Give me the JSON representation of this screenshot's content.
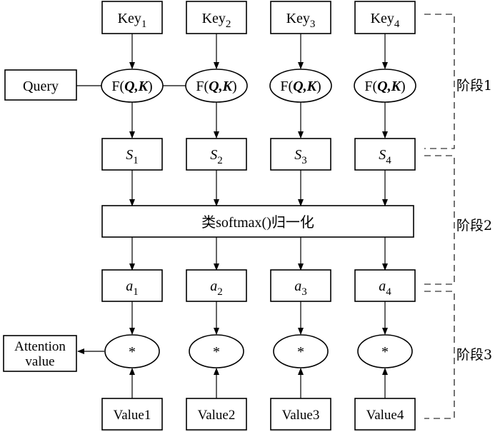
{
  "keys": [
    {
      "base": "Key",
      "sub": "1"
    },
    {
      "base": "Key",
      "sub": "2"
    },
    {
      "base": "Key",
      "sub": "3"
    },
    {
      "base": "Key",
      "sub": "4"
    }
  ],
  "query_label": "Query",
  "function": {
    "prefix": "F(",
    "q": "Q",
    "comma": ",",
    "k": "K",
    "suffix": ")"
  },
  "scores": [
    {
      "base": "S",
      "sub": "1"
    },
    {
      "base": "S",
      "sub": "2"
    },
    {
      "base": "S",
      "sub": "3"
    },
    {
      "base": "S",
      "sub": "4"
    }
  ],
  "softmax_label": "类softmax()归一化",
  "weights": [
    {
      "base": "a",
      "sub": "1"
    },
    {
      "base": "a",
      "sub": "2"
    },
    {
      "base": "a",
      "sub": "3"
    },
    {
      "base": "a",
      "sub": "4"
    }
  ],
  "multiply_symbol": "*",
  "values": [
    "Value1",
    "Value2",
    "Value3",
    "Value4"
  ],
  "attention_value": {
    "line1": "Attention",
    "line2": "value"
  },
  "stages": [
    "阶段1",
    "阶段2",
    "阶段3"
  ]
}
